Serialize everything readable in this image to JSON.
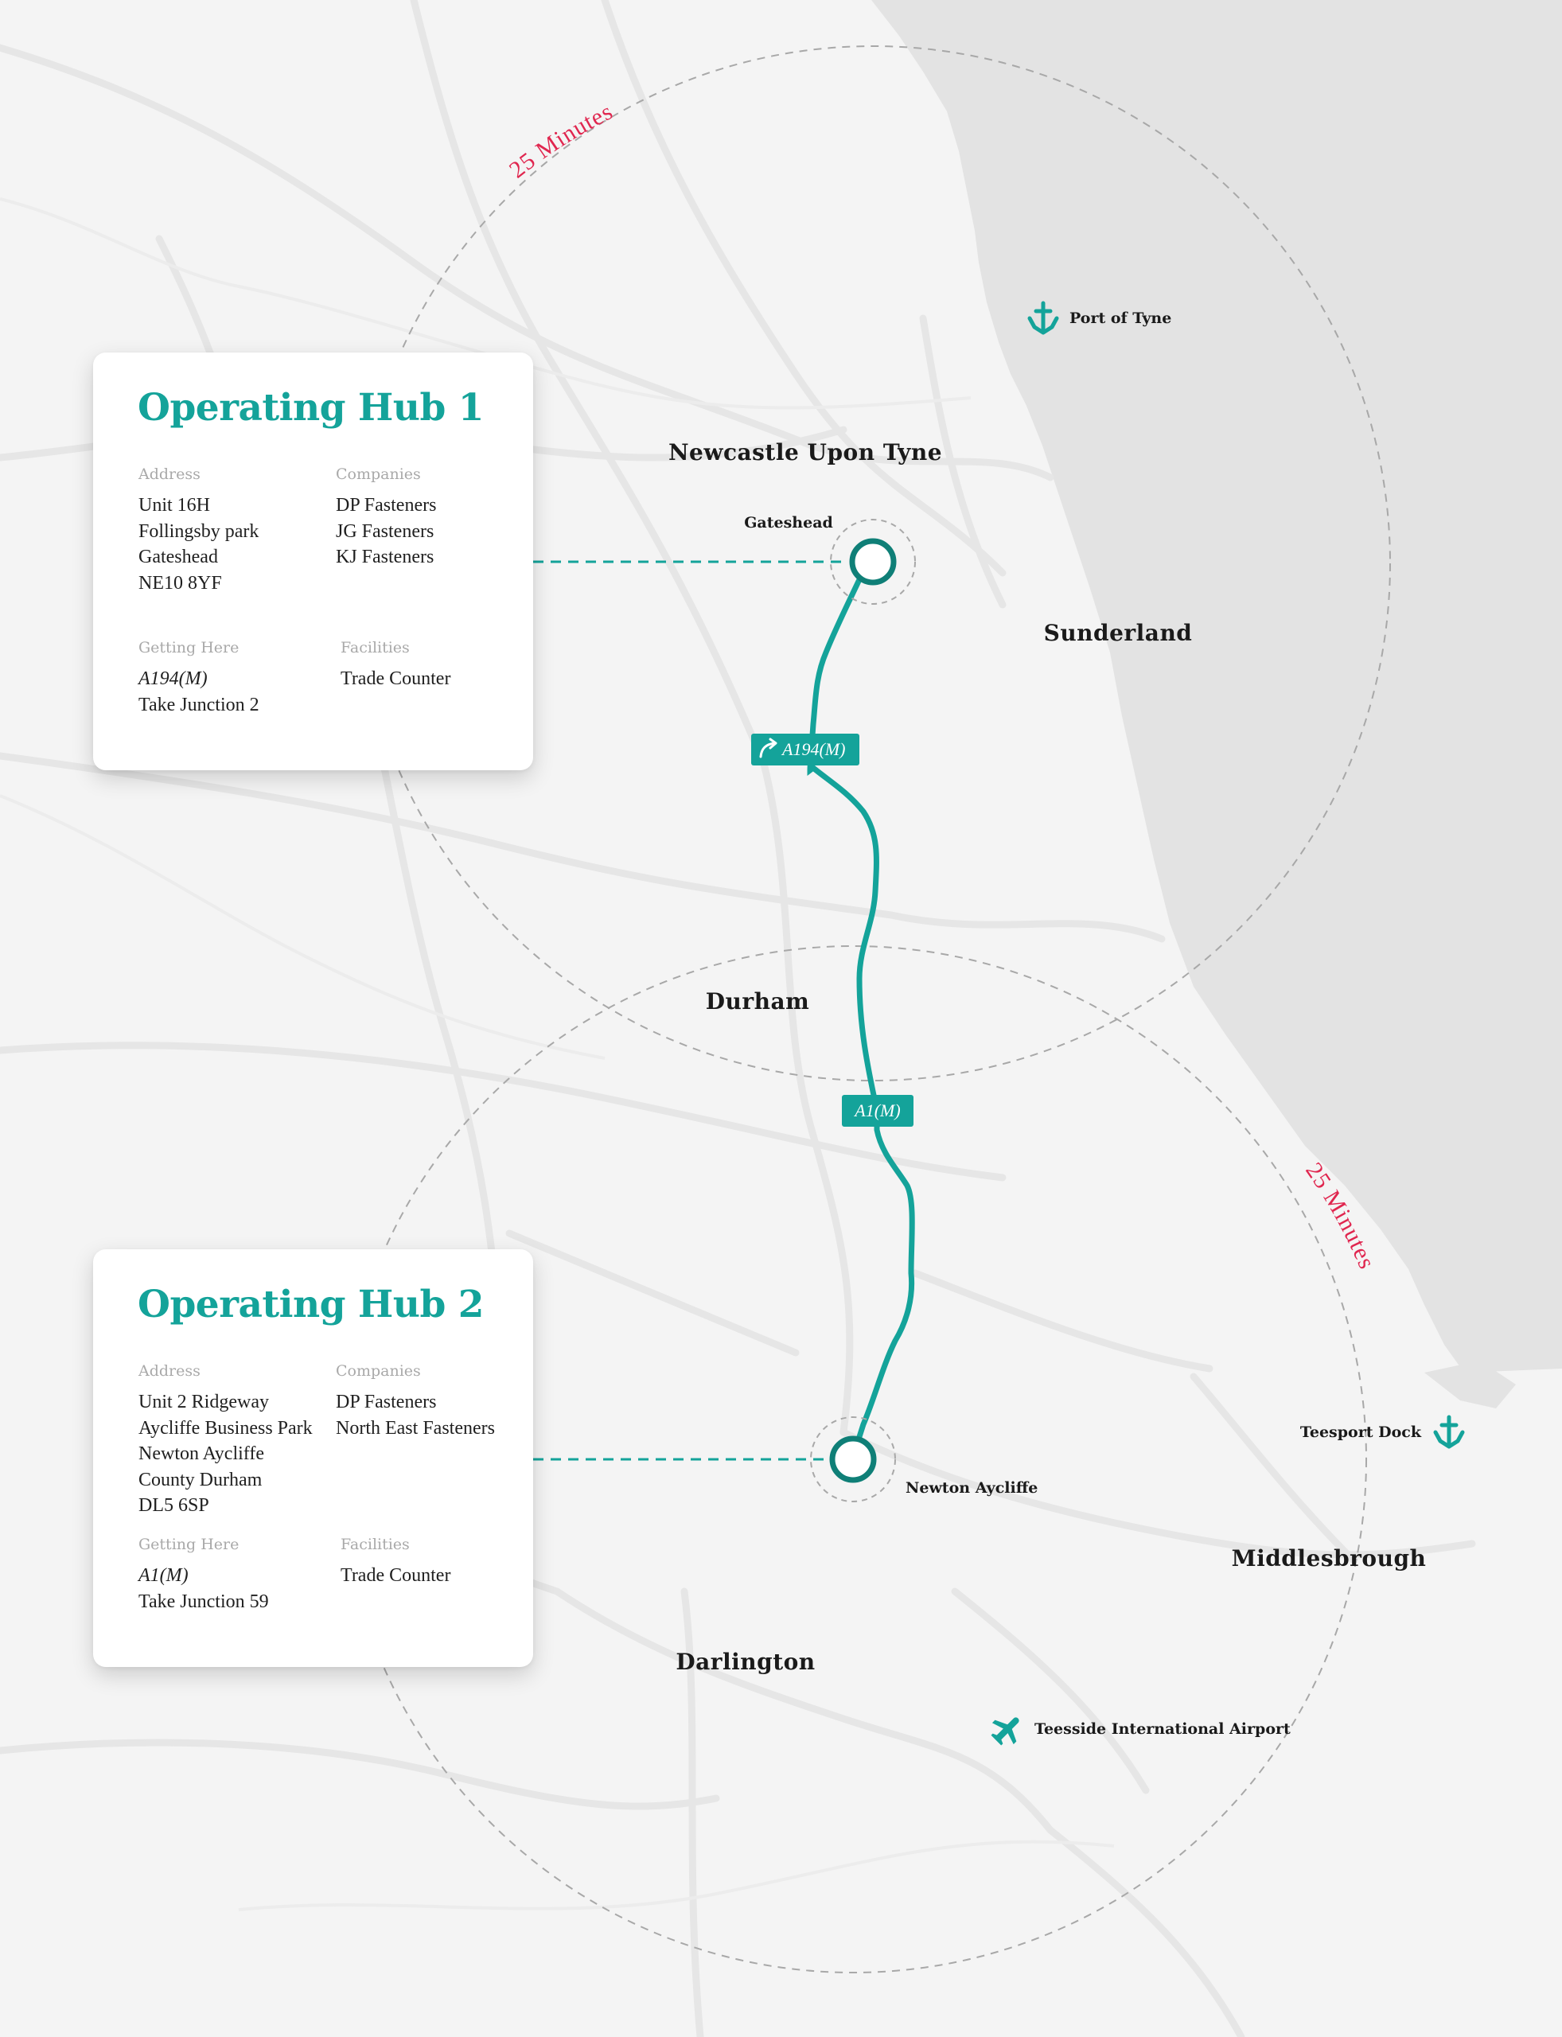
{
  "map": {
    "places": {
      "newcastle": "Newcastle Upon Tyne",
      "gateshead": "Gateshead",
      "sunderland": "Sunderland",
      "durham": "Durham",
      "newton_aycliffe": "Newton Aycliffe",
      "middlesbrough": "Middlesbrough",
      "darlington": "Darlington"
    },
    "pois": {
      "port_of_tyne": "Port of Tyne",
      "teesport_dock": "Teesport Dock",
      "teesside_airport": "Teesside International Airport"
    },
    "roads": {
      "a194m": "A194(M)",
      "a1m": "A1(M)"
    },
    "radius_labels": {
      "north": "25 Minutes",
      "south": "25 Minutes"
    },
    "colors": {
      "accent": "#14a39a",
      "route": "#14a39a",
      "hub_ring": "#0f7f77",
      "minutes_label": "#e0264f",
      "sea": "#e3e3e3",
      "land": "#f4f4f4",
      "roads": "#e7e7e7"
    },
    "icons": [
      "anchor-icon",
      "anchor-icon",
      "plane-icon",
      "turn-right-arrow-icon"
    ]
  },
  "hubs": [
    {
      "title": "Operating Hub 1",
      "address_label": "Address",
      "address": [
        "Unit 16H",
        "Follingsby park",
        "Gateshead",
        "NE10 8YF"
      ],
      "companies_label": "Companies",
      "companies": [
        "DP Fasteners",
        "JG Fasteners",
        "KJ Fasteners"
      ],
      "getting_here_label": "Getting Here",
      "getting_here_road": "A194(M)",
      "getting_here_junction": "Take Junction 2",
      "facilities_label": "Facilities",
      "facilities": "Trade Counter"
    },
    {
      "title": "Operating Hub 2",
      "address_label": "Address",
      "address": [
        "Unit 2 Ridgeway",
        "Aycliffe Business Park",
        "Newton Aycliffe",
        "County Durham",
        "DL5 6SP"
      ],
      "companies_label": "Companies",
      "companies": [
        "DP Fasteners",
        "North East Fasteners"
      ],
      "getting_here_label": "Getting Here",
      "getting_here_road": "A1(M)",
      "getting_here_junction": "Take Junction 59",
      "facilities_label": "Facilities",
      "facilities": "Trade Counter"
    }
  ]
}
